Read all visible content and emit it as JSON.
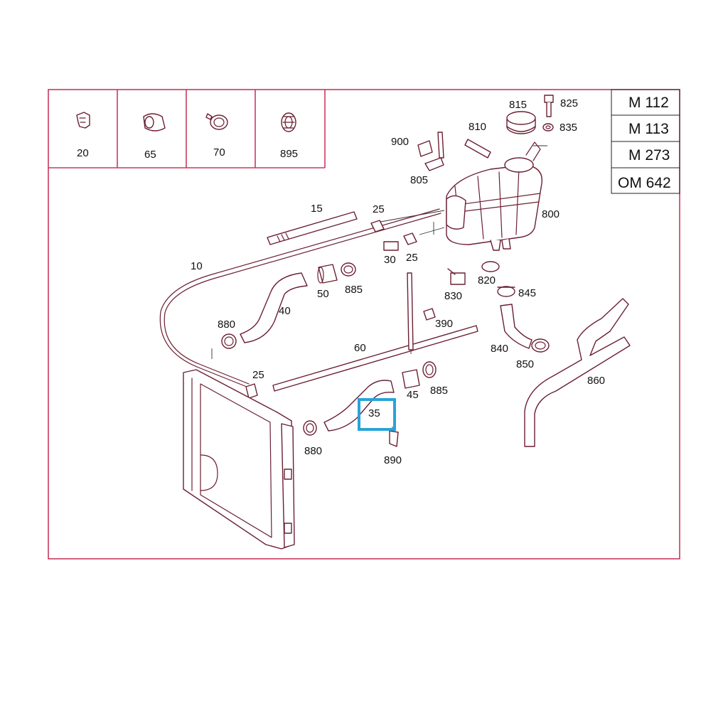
{
  "highlight_color": "#29a3d8",
  "frame_color": "#c8385f",
  "engine_variants": [
    "M 112",
    "M 113",
    "M 273",
    "OM 642"
  ],
  "legend_parts": [
    {
      "number": "20",
      "icon": "clip-icon"
    },
    {
      "number": "65",
      "icon": "sleeve-icon"
    },
    {
      "number": "70",
      "icon": "hose-clamp-icon"
    },
    {
      "number": "895",
      "icon": "grommet-icon"
    }
  ],
  "callouts": {
    "p10": "10",
    "p15": "15",
    "p25a": "25",
    "p25b": "25",
    "p25c": "25",
    "p30": "30",
    "p35": "35",
    "p40": "40",
    "p45": "45",
    "p50": "50",
    "p60": "60",
    "p390": "390",
    "p800": "800",
    "p805": "805",
    "p810": "810",
    "p815": "815",
    "p820": "820",
    "p825": "825",
    "p830": "830",
    "p835": "835",
    "p840": "840",
    "p845": "845",
    "p850": "850",
    "p860": "860",
    "p880a": "880",
    "p880b": "880",
    "p885a": "885",
    "p885b": "885",
    "p890": "890",
    "p900": "900"
  },
  "selected_part": "35"
}
